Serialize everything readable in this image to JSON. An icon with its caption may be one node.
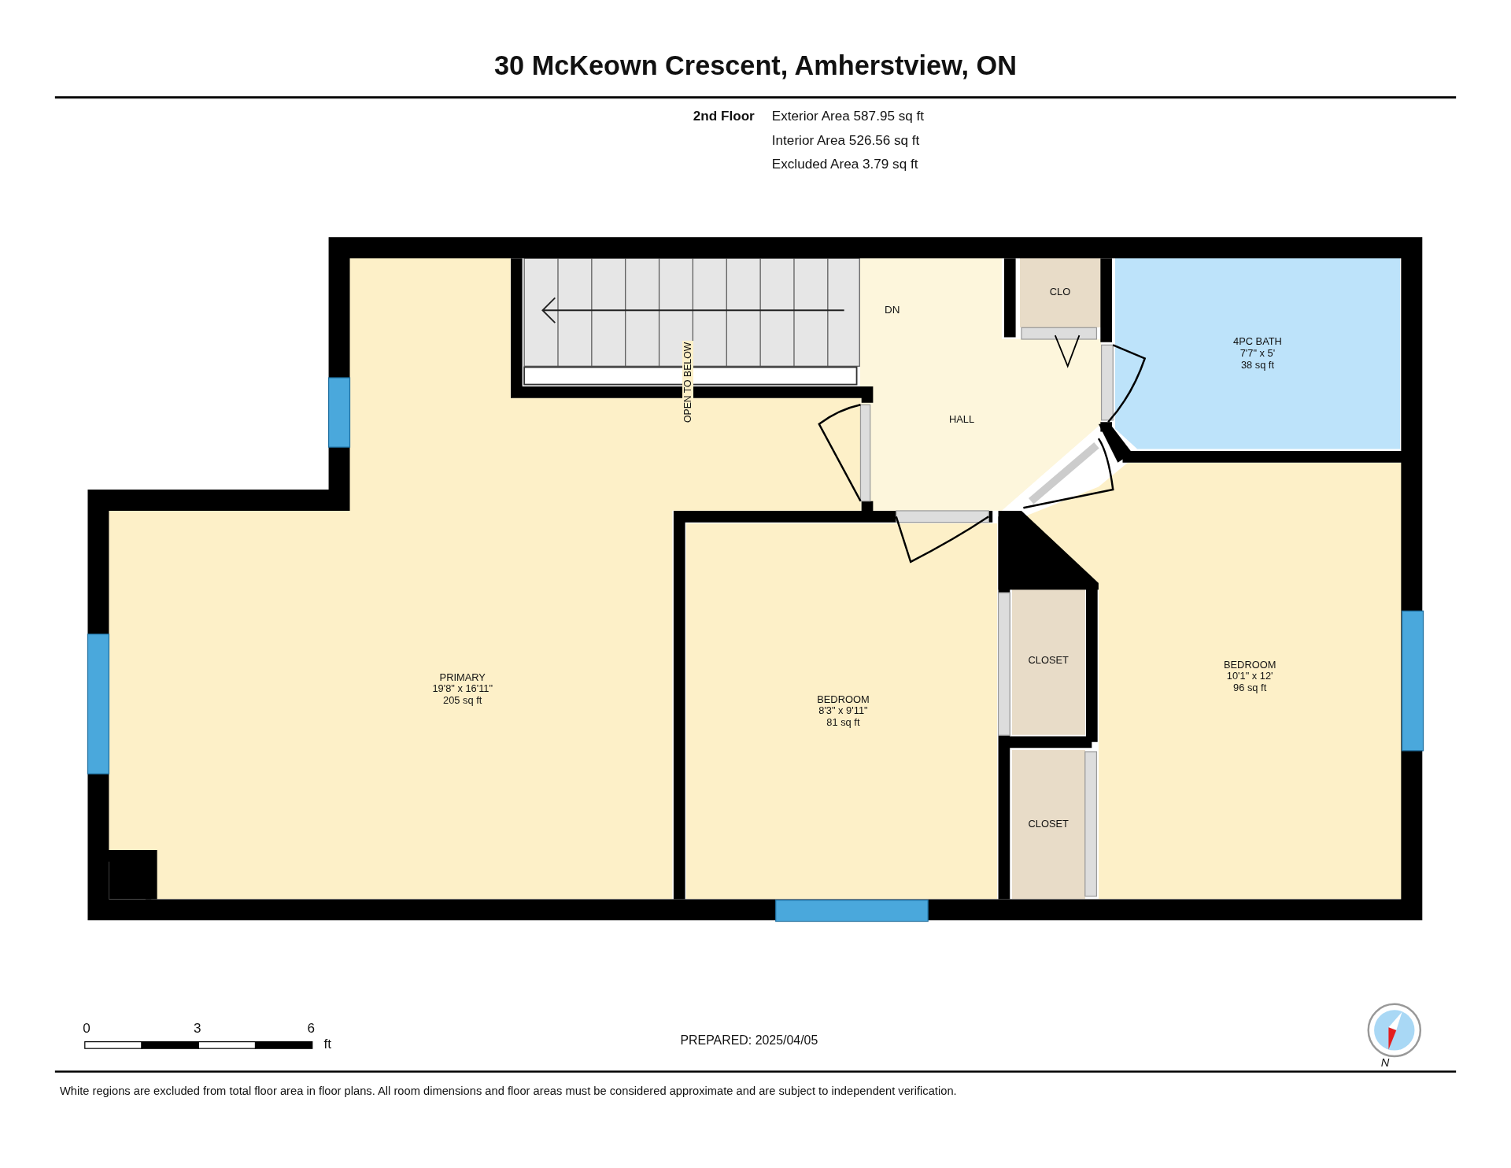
{
  "diagram": {
    "title": "30 McKeown Crescent, Amherstview, ON",
    "caption": "White regions are excluded from total floor area in floor plans. All room dimensions and floor areas must be considered approximate and are subject to independent verification.",
    "nodes": [
      {
        "text": [
          "CLO"
        ]
      },
      {
        "text": [
          "4PC BATH",
          "7'7\" x 5'",
          "38 sq ft"
        ]
      },
      {
        "text": [
          "HALL"
        ]
      },
      {
        "text": [
          "PRIMARY",
          "19'8\" x 16'11\"",
          "205 sq ft"
        ]
      },
      {
        "text": [
          "CLOSET"
        ]
      },
      {
        "text": [
          "BEDROOM",
          "10'1\" x 12'",
          "96 sq ft"
        ]
      },
      {
        "text": [
          "BEDROOM",
          "8'3\" x 9'11\"",
          "81 sq ft"
        ]
      },
      {
        "text": [
          "CLOSET"
        ]
      }
    ],
    "labels": [
      "2nd Floor",
      "Exterior Area 587.95 sq ft",
      "Interior Area 526.56 sq ft",
      "Excluded Area 3.79 sq ft",
      "DN",
      "OPEN TO BELOW",
      "0",
      "3",
      "6",
      "ft",
      "PREPARED: 2025/04/05",
      "N"
    ]
  }
}
